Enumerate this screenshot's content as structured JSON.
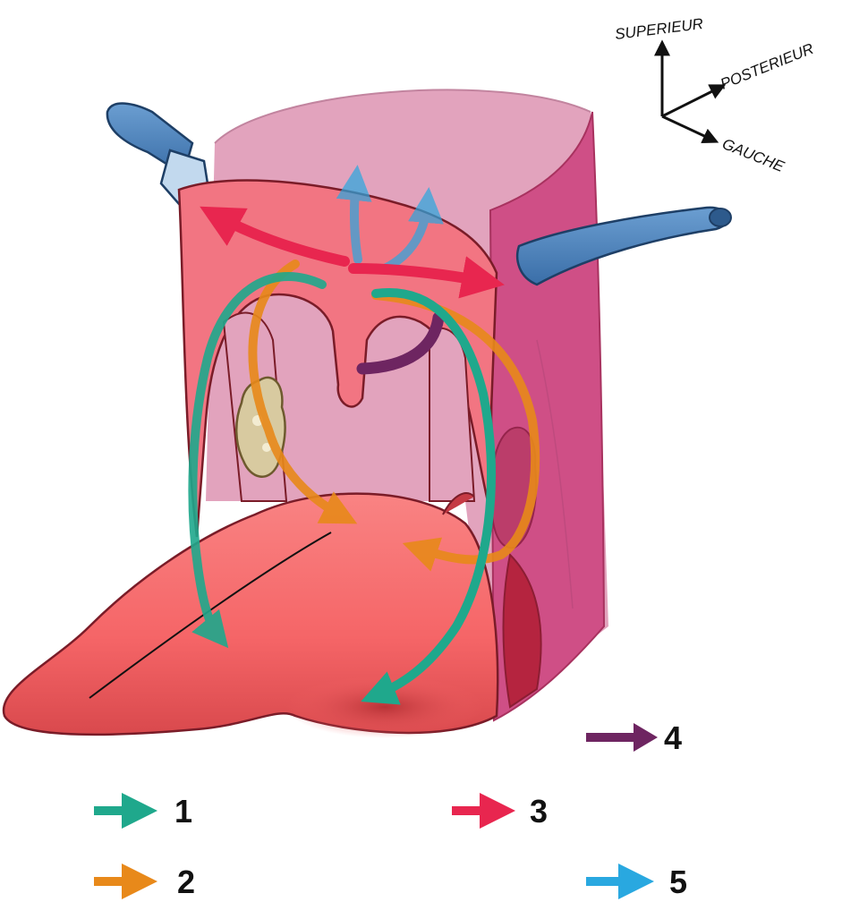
{
  "orientation": {
    "superior": "SUPERIEUR",
    "posterior": "POSTERIEUR",
    "left": "GAUCHE"
  },
  "legend": [
    {
      "label": "1",
      "color": "#1fa88c"
    },
    {
      "label": "2",
      "color": "#e8891a"
    },
    {
      "label": "3",
      "color": "#e8264f"
    },
    {
      "label": "4",
      "color": "#6e2561"
    },
    {
      "label": "5",
      "color": "#29a8e0"
    }
  ],
  "colors": {
    "tongue": "#f56567",
    "tongue_dark": "#c0353a",
    "pharynx_wall": "#e2a3bd",
    "pharynx_side": "#cf4f86",
    "mucosa": "#f26f7a",
    "vessel": "#4a82bd",
    "tonsil": "#d8caa0"
  }
}
